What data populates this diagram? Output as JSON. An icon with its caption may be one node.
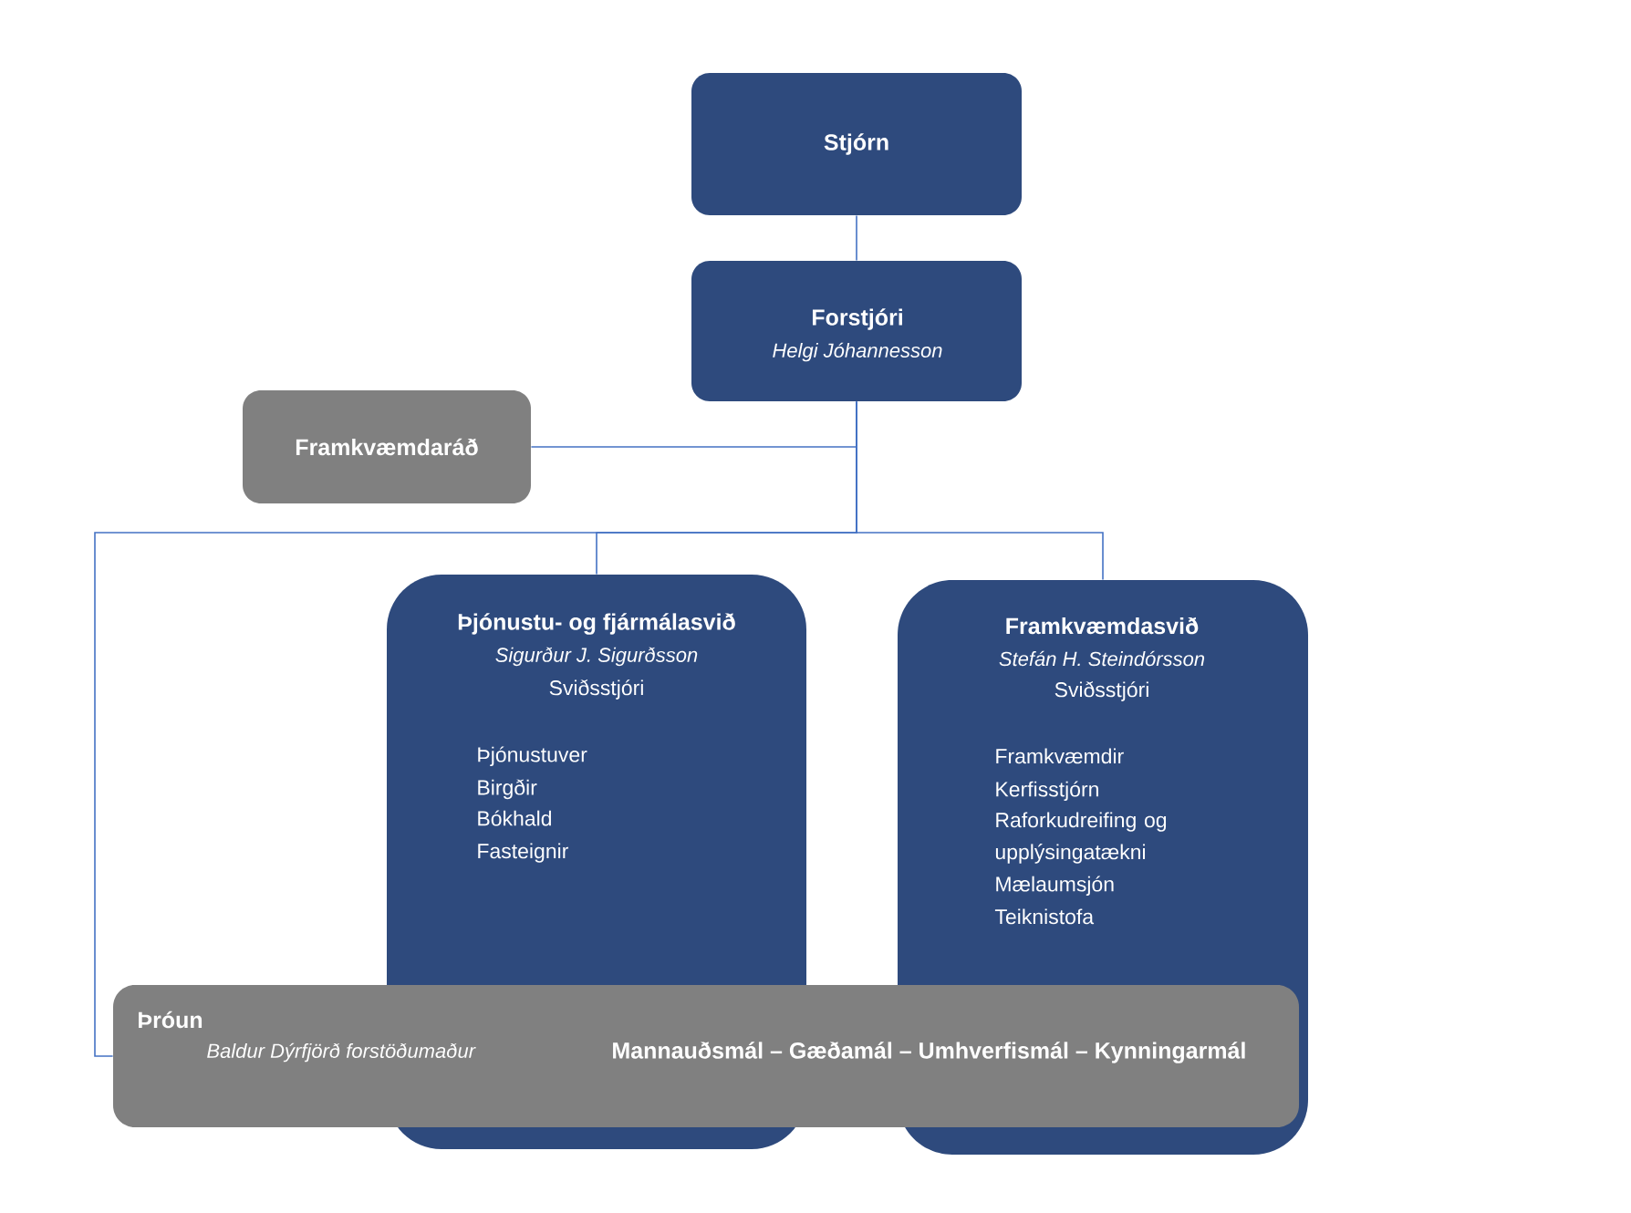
{
  "diagram": {
    "nodes": [
      {
        "text": [
          "Stjórn"
        ]
      },
      {
        "text": [
          "Forstjóri",
          "Helgi Jóhannesson"
        ]
      },
      {
        "text": [
          "Framkvæmdaráð"
        ]
      },
      {
        "text": [
          "Þjónustu- og fjármálasvið",
          "Sigurður J. Sigurðsson",
          "Sviðsstjóri",
          "Þjónustuver",
          "Birgðir",
          "Bókhald",
          "Fasteignir"
        ]
      },
      {
        "text": [
          "Framkvæmdasvið",
          "Stefán H. Steindórsson",
          "Sviðsstjóri",
          "Framkvæmdir",
          "Kerfisstjórn",
          "Raforkudreifing og upplýsingatækni",
          "Mælaumsjón",
          "Teiknistofa"
        ]
      },
      {
        "text": [
          "Þróun",
          "Baldur Dýrfjörð forstöðumaður",
          "Mannauðsmál – Gæðamál – Umhverfismál – Kynningarmál"
        ]
      }
    ],
    "edges": [
      {
        "from": 0,
        "to": 1,
        "arrow": "none"
      },
      {
        "from": 1,
        "to": 2,
        "arrow": "none"
      },
      {
        "from": 1,
        "to": 3,
        "arrow": "none"
      },
      {
        "from": 1,
        "to": 4,
        "arrow": "none"
      },
      {
        "from": 1,
        "to": 5,
        "arrow": "none"
      }
    ]
  }
}
